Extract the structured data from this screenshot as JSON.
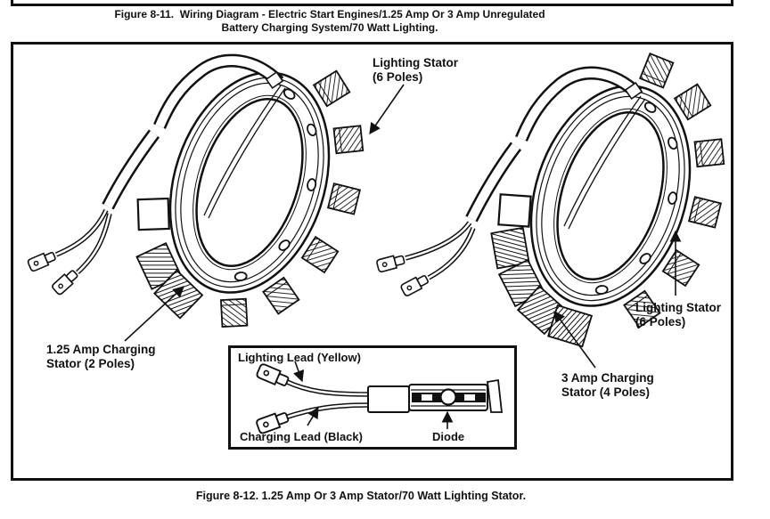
{
  "page": {
    "paper_color": "#ffffff",
    "ink_color": "#111111"
  },
  "captions": {
    "figure_8_11_line1": "Figure 8-11.  Wiring Diagram - Electric Start Engines/1.25 Amp Or 3 Amp Unregulated",
    "figure_8_11_line2": "Battery Charging System/70 Watt Lighting.",
    "figure_8_12": "Figure 8-12. 1.25 Amp Or 3 Amp Stator/70 Watt Lighting Stator."
  },
  "diagram": {
    "labels": {
      "left_lighting": {
        "line1": "Lighting Stator",
        "line2": "(6 Poles)"
      },
      "left_charging": {
        "line1": "1.25 Amp Charging",
        "line2": "Stator (2 Poles)"
      },
      "right_lighting": {
        "line1": "Lighting Stator",
        "line2": "(6 Poles)"
      },
      "right_charging": {
        "line1": "3 Amp Charging",
        "line2": "Stator (4 Poles)"
      }
    },
    "inset": {
      "lighting_lead": "Lighting Lead (Yellow)",
      "charging_lead": "Charging Lead (Black)",
      "diode": "Diode"
    }
  }
}
